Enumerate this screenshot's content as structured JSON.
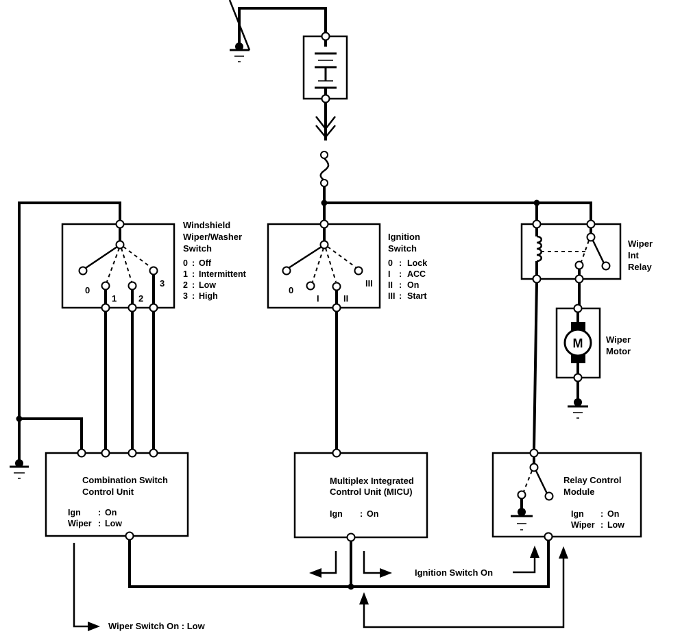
{
  "diagram": {
    "wiper_switch": {
      "title_lines": [
        "Windshield",
        "Wiper/Washer",
        "Switch"
      ],
      "positions": [
        {
          "code": "0",
          "label": "Off"
        },
        {
          "code": "1",
          "label": "Intermittent"
        },
        {
          "code": "2",
          "label": "Low"
        },
        {
          "code": "3",
          "label": "High"
        }
      ],
      "pin_labels": [
        "0",
        "1",
        "2",
        "3"
      ]
    },
    "ignition_switch": {
      "title_lines": [
        "Ignition",
        "Switch"
      ],
      "positions": [
        {
          "code": "0",
          "label": "Lock"
        },
        {
          "code": "I",
          "label": "ACC"
        },
        {
          "code": "II",
          "label": "On"
        },
        {
          "code": "III",
          "label": "Start"
        }
      ],
      "pin_labels": [
        "0",
        "I",
        "II",
        "III"
      ]
    },
    "wiper_int_relay": {
      "title_lines": [
        "Wiper",
        "Int",
        "Relay"
      ]
    },
    "wiper_motor": {
      "title_lines": [
        "Wiper",
        "Motor"
      ],
      "symbol": "M"
    },
    "combination_unit": {
      "title_lines": [
        "Combination Switch",
        "Control Unit"
      ],
      "status": [
        {
          "key": "Ign",
          "value": "On"
        },
        {
          "key": "Wiper",
          "value": "Low"
        }
      ]
    },
    "micu": {
      "title_lines": [
        "Multiplex Integrated",
        "Control Unit (MICU)"
      ],
      "status": [
        {
          "key": "Ign",
          "value": "On"
        }
      ]
    },
    "relay_control_module": {
      "title_lines": [
        "Relay Control",
        "Module"
      ],
      "status": [
        {
          "key": "Ign",
          "value": "On"
        },
        {
          "key": "Wiper",
          "value": "Low"
        }
      ]
    },
    "signals": {
      "ignition_switch_on": "Ignition Switch On",
      "wiper_switch_on_low": "Wiper Switch On : Low"
    },
    "separator": ":"
  }
}
